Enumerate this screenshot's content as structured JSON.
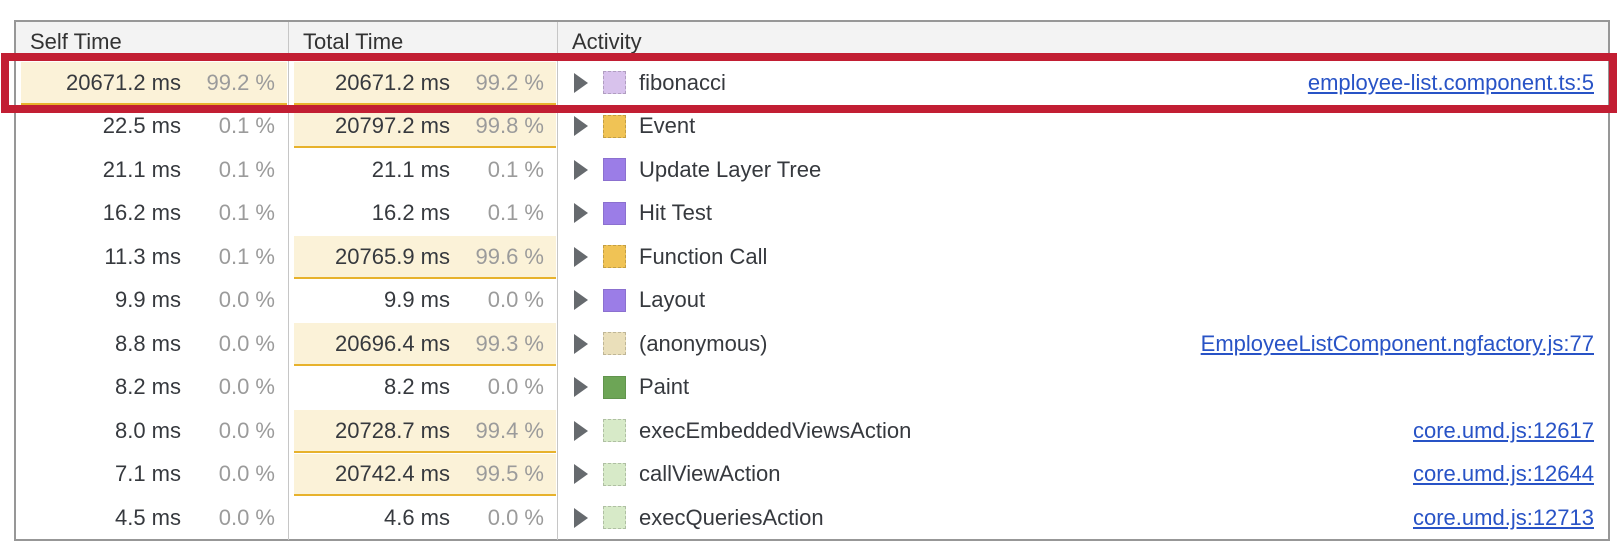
{
  "table": {
    "columns": [
      {
        "label": "Self Time"
      },
      {
        "label": "Total Time"
      },
      {
        "label": "Activity"
      }
    ],
    "rows": [
      {
        "self_time": "20671.2 ms",
        "self_pct": "99.2 %",
        "self_heat": true,
        "total_time": "20671.2 ms",
        "total_pct": "99.2 %",
        "total_heat": true,
        "activity": "fibonacci",
        "link": "employee-list.component.ts:5",
        "annotated": true,
        "icon": {
          "name": "js-function-icon",
          "color": "#d8c2ec",
          "dotted": true
        }
      },
      {
        "self_time": "22.5 ms",
        "self_pct": "0.1 %",
        "self_heat": false,
        "total_time": "20797.2 ms",
        "total_pct": "99.8 %",
        "total_heat": true,
        "activity": "Event",
        "link": "",
        "annotated": false,
        "icon": {
          "name": "scripting-category-icon",
          "color": "#f0c355",
          "dotted": true
        }
      },
      {
        "self_time": "21.1 ms",
        "self_pct": "0.1 %",
        "self_heat": false,
        "total_time": "21.1 ms",
        "total_pct": "0.1 %",
        "total_heat": false,
        "activity": "Update Layer Tree",
        "link": "",
        "annotated": false,
        "icon": {
          "name": "rendering-category-icon",
          "color": "#9b7de7",
          "dotted": false
        }
      },
      {
        "self_time": "16.2 ms",
        "self_pct": "0.1 %",
        "self_heat": false,
        "total_time": "16.2 ms",
        "total_pct": "0.1 %",
        "total_heat": false,
        "activity": "Hit Test",
        "link": "",
        "annotated": false,
        "icon": {
          "name": "rendering-category-icon",
          "color": "#9b7de7",
          "dotted": false
        }
      },
      {
        "self_time": "11.3 ms",
        "self_pct": "0.1 %",
        "self_heat": false,
        "total_time": "20765.9 ms",
        "total_pct": "99.6 %",
        "total_heat": true,
        "activity": "Function Call",
        "link": "",
        "annotated": false,
        "icon": {
          "name": "scripting-category-icon",
          "color": "#f0c355",
          "dotted": true
        }
      },
      {
        "self_time": "9.9 ms",
        "self_pct": "0.0 %",
        "self_heat": false,
        "total_time": "9.9 ms",
        "total_pct": "0.0 %",
        "total_heat": false,
        "activity": "Layout",
        "link": "",
        "annotated": false,
        "icon": {
          "name": "rendering-category-icon",
          "color": "#9b7de7",
          "dotted": false
        }
      },
      {
        "self_time": "8.8 ms",
        "self_pct": "0.0 %",
        "self_heat": false,
        "total_time": "20696.4 ms",
        "total_pct": "99.3 %",
        "total_heat": true,
        "activity": "(anonymous)",
        "link": "EmployeeListComponent.ngfactory.js:77",
        "annotated": false,
        "icon": {
          "name": "anonymous-function-icon",
          "color": "#eadfba",
          "dotted": true
        }
      },
      {
        "self_time": "8.2 ms",
        "self_pct": "0.0 %",
        "self_heat": false,
        "total_time": "8.2 ms",
        "total_pct": "0.0 %",
        "total_heat": false,
        "activity": "Paint",
        "link": "",
        "annotated": false,
        "icon": {
          "name": "painting-category-icon",
          "color": "#6da556",
          "dotted": false
        }
      },
      {
        "self_time": "8.0 ms",
        "self_pct": "0.0 %",
        "self_heat": false,
        "total_time": "20728.7 ms",
        "total_pct": "99.4 %",
        "total_heat": true,
        "activity": "execEmbeddedViewsAction",
        "link": "core.umd.js:12617",
        "annotated": false,
        "icon": {
          "name": "js-function-icon",
          "color": "#d7eac8",
          "dotted": true
        }
      },
      {
        "self_time": "7.1 ms",
        "self_pct": "0.0 %",
        "self_heat": false,
        "total_time": "20742.4 ms",
        "total_pct": "99.5 %",
        "total_heat": true,
        "activity": "callViewAction",
        "link": "core.umd.js:12644",
        "annotated": false,
        "icon": {
          "name": "js-function-icon",
          "color": "#d7eac8",
          "dotted": true
        }
      },
      {
        "self_time": "4.5 ms",
        "self_pct": "0.0 %",
        "self_heat": false,
        "total_time": "4.6 ms",
        "total_pct": "0.0 %",
        "total_heat": false,
        "activity": "execQueriesAction",
        "link": "core.umd.js:12713",
        "annotated": false,
        "icon": {
          "name": "js-function-icon",
          "color": "#d7eac8",
          "dotted": true
        }
      }
    ]
  },
  "colors": {
    "heat_bg": "#fbf2d8",
    "heat_border": "#e7b22c",
    "link": "#2853c6",
    "annotation": "#c21e33"
  }
}
